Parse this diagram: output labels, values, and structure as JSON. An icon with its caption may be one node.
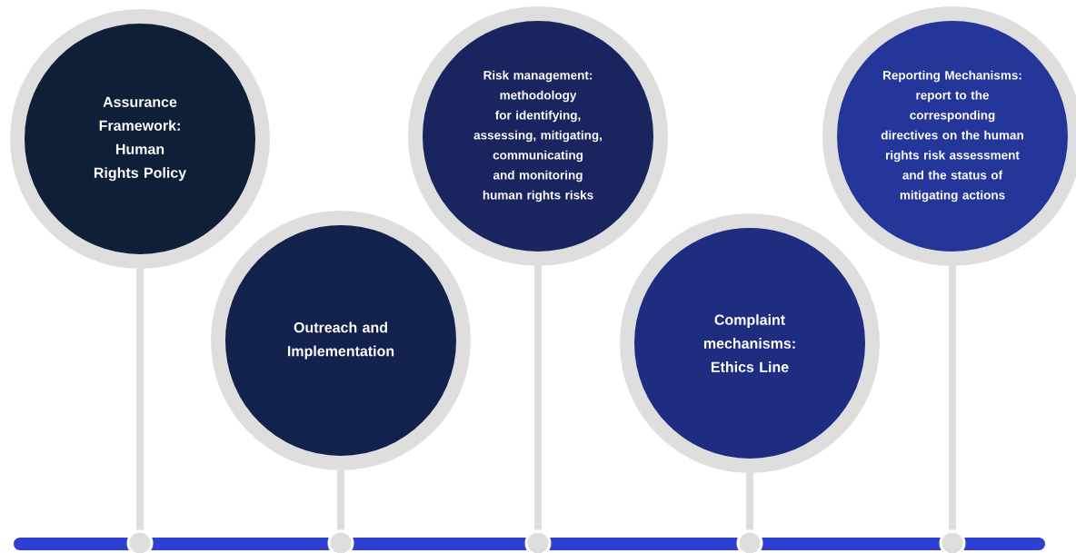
{
  "diagram": {
    "nodes": [
      {
        "text": [
          "Assurance Framework: Human Rights Policy"
        ]
      },
      {
        "text": [
          "Outreach and Implementation"
        ]
      },
      {
        "text": [
          "Risk management: methodology for identifying, assessing, mitigating, communicating and monitoring human rights risks"
        ]
      },
      {
        "text": [
          "Complaint mechanisms: Ethics Line"
        ]
      },
      {
        "text": [
          "Reporting Mechanisms: report to the corresponding directives on the human rights risk assessment and the status of mitigating actions"
        ]
      },
      {
        "text": [],
        "shape": "circle"
      },
      {
        "text": [],
        "shape": "circle"
      },
      {
        "text": [],
        "shape": "circle"
      },
      {
        "text": [],
        "shape": "circle"
      },
      {
        "text": [],
        "shape": "circle"
      },
      {
        "text": [],
        "shape": "bar"
      }
    ],
    "edges": [
      {
        "from": 0,
        "to": 5,
        "arrow": "none"
      },
      {
        "from": 1,
        "to": 6,
        "arrow": "none"
      },
      {
        "from": 2,
        "to": 7,
        "arrow": "none"
      },
      {
        "from": 3,
        "to": 8,
        "arrow": "none"
      },
      {
        "from": 4,
        "to": 9,
        "arrow": "none"
      }
    ]
  }
}
